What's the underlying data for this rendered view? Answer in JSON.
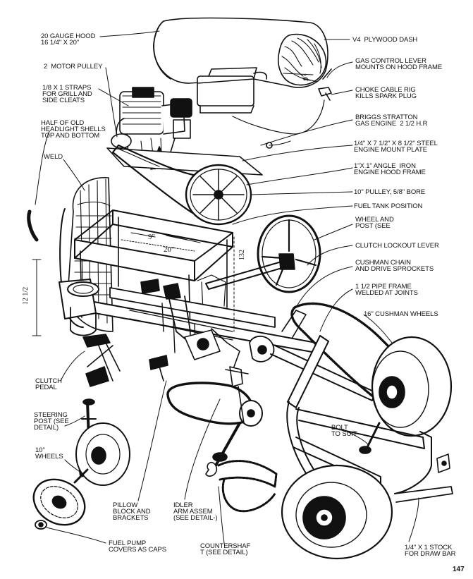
{
  "labels": {
    "hood": "20 GAUGE HOOD\n16 1/4\" X 20\"",
    "motor_pulley": "2  MOTOR PULLEY",
    "straps": "1/8 X 1 STRAPS\nFOR GRILL AND\nSIDE CLEATS",
    "headlight": "HALF OF OLD\nHEADLIGHT SHELLS\nTOP AND BOTTOM",
    "weld": "WELD",
    "dash": "V4  PLYWOOD DASH",
    "gas_lever": "GAS CONTROL LEVER\nMOUNTS ON HOOD FRAME",
    "choke": "CHOKE CABLE RIG\nKILLS SPARK PLUG",
    "engine": "BRIGGS STRATTON\nGAS ENGINE  2 1/2 H.R",
    "mount_plate": "1/4\" X 7 1/2\" X 8 1/2\" STEEL\nENGINE MOUNT PLATE",
    "angle_iron": "1\"X 1\" ANGLE  IRON\nENGINE HOOD FRAME",
    "pulley_10": "10\" PULLEY, 5/8\" BORE",
    "fuel_tank": "FUEL TANK POSITION",
    "wheel_post": "WHEEL AND\nPOST (SEE",
    "clutch_lockout": "CLUTCH LOCKOUT LEVER",
    "cushman_chain": "CUSHMAN CHAIN\nAND DRIVE SPROCKETS",
    "pipe_frame": "1 1/2 PIPE FRAME\nWELDED AT JOINTS",
    "cushman_wheels": "16\" CUSHMAN WHEELS",
    "clutch_pedal": "CLUTCH\nPEDAL",
    "steering_post": "STEERING\nPOST (SEE\nDETAIL)",
    "wheels_10": "10\"\nWHEELS",
    "bolt": "BOLT\nTO SUIT",
    "pillow_block": "PILLOW\nBLOCK AND\nBRACKETS",
    "idler": "IDLER\nARM ASSEM\n(SEE DETAIL-)",
    "fuel_pump": "FUEL PUMP\nCOVERS AS CAPS",
    "countershaft": "COUNTERSHAF\nT (SEE DETAIL)",
    "draw_bar": "1/4\" X 1 STOCK\nFOR DRAW BAR",
    "page_number": "147"
  },
  "dimensions": {
    "dash_width": "9\"",
    "frame_width": "9\"",
    "frame_length": "20\"",
    "frame_height": "132",
    "front_height": "12 1/2"
  }
}
